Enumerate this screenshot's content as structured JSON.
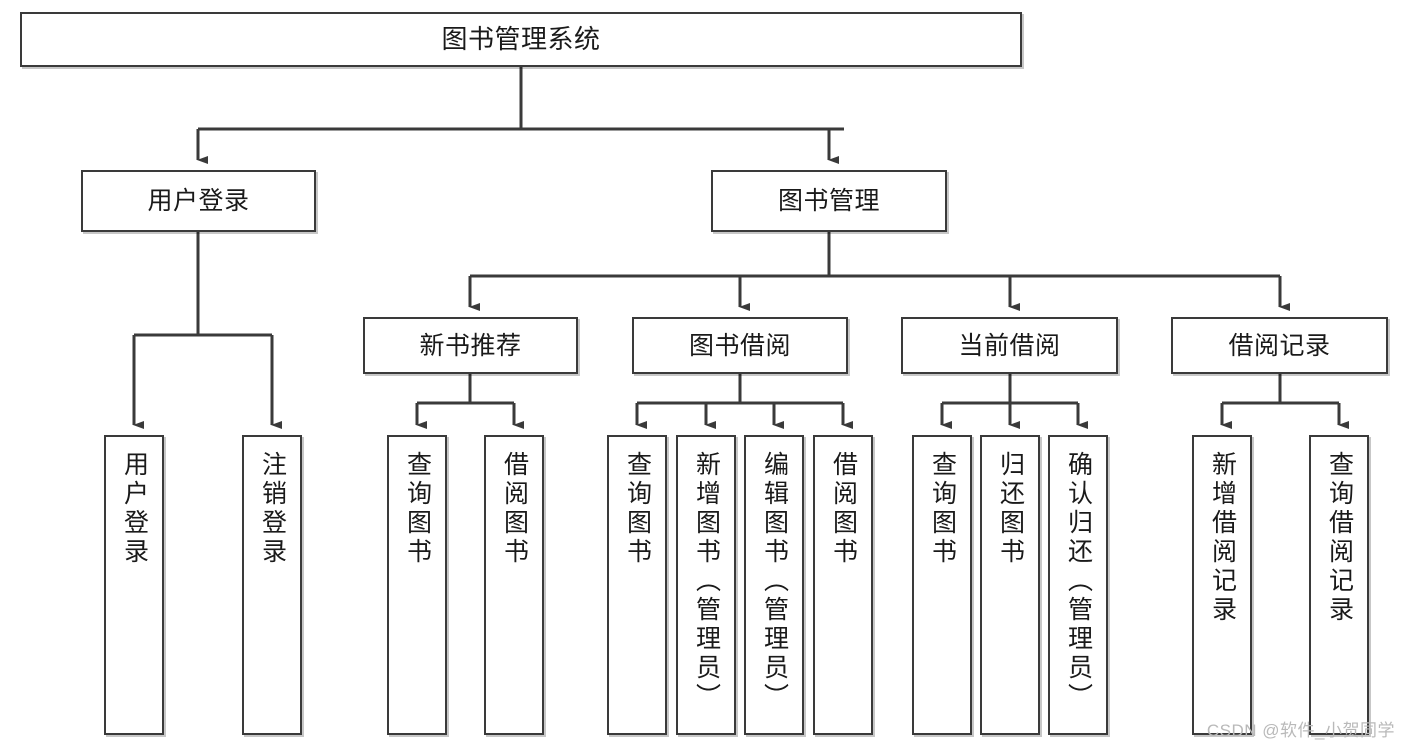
{
  "diagram": {
    "title": "图书管理系统",
    "type": "tree-hierarchy",
    "colors": {
      "box_border": "#3a3a3a",
      "box_fill": "#ffffff",
      "connector": "#3a3a3a",
      "text": "#1a1a1a",
      "watermark": "#b9b9b9",
      "background": "#ffffff"
    }
  },
  "root": {
    "label": "图书管理系统"
  },
  "level2": [
    {
      "label": "用户登录"
    },
    {
      "label": "图书管理"
    }
  ],
  "level3": [
    {
      "label": "新书推荐"
    },
    {
      "label": "图书借阅"
    },
    {
      "label": "当前借阅"
    },
    {
      "label": "借阅记录"
    }
  ],
  "leaves": {
    "user_login": [
      {
        "label": "用户登录"
      },
      {
        "label": "注销登录"
      }
    ],
    "new_book_recommend": [
      {
        "label": "查询图书"
      },
      {
        "label": "借阅图书"
      }
    ],
    "book_borrow": [
      {
        "label": "查询图书"
      },
      {
        "label": "新增图书（管理员）"
      },
      {
        "label": "编辑图书（管理员）"
      },
      {
        "label": "借阅图书"
      }
    ],
    "current_borrow": [
      {
        "label": "查询图书"
      },
      {
        "label": "归还图书"
      },
      {
        "label": "确认归还（管理员）"
      }
    ],
    "borrow_record": [
      {
        "label": "新增借阅记录"
      },
      {
        "label": "查询借阅记录"
      }
    ]
  },
  "watermark": {
    "text": "CSDN @软件_小贺同学"
  }
}
